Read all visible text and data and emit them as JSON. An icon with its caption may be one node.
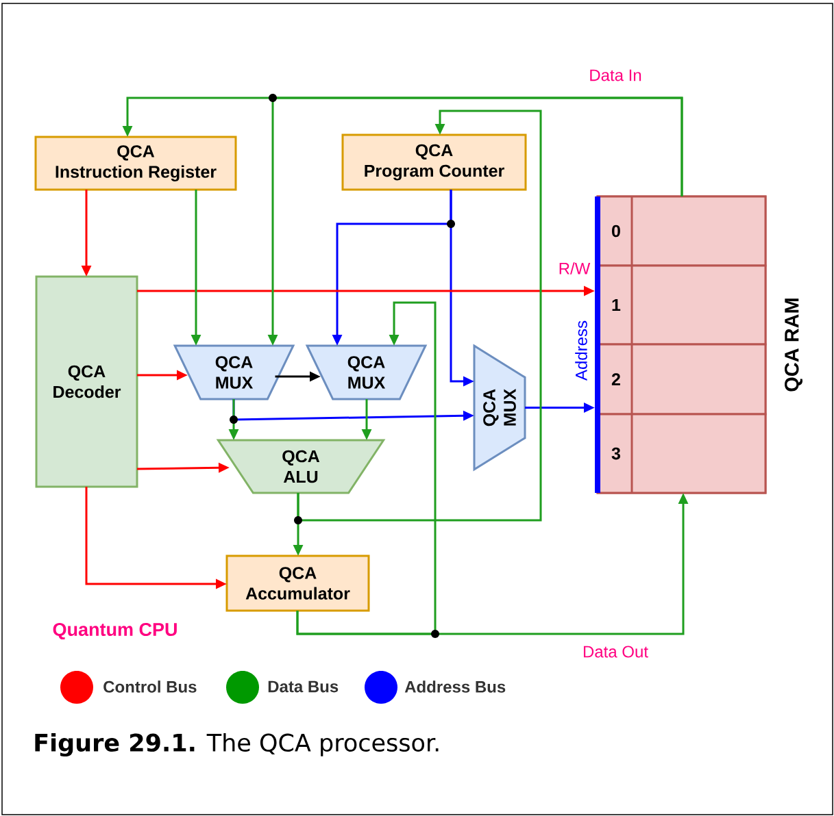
{
  "diagram": {
    "caption": "**Figure 29.1.** The QCA processor.",
    "nodes": [
      {
        "text": [
          "QCA",
          "Instruction Register"
        ]
      },
      {
        "text": [
          "QCA",
          "Program Counter"
        ]
      },
      {
        "text": [
          "QCA",
          "Decoder"
        ]
      },
      {
        "text": [
          "QCA",
          "MUX"
        ]
      },
      {
        "text": [
          "QCA",
          "MUX"
        ]
      },
      {
        "text": [
          "QCA",
          "ALU"
        ]
      },
      {
        "text": [
          "QCA",
          "MUX"
        ]
      },
      {
        "text": [
          "QCA",
          "Accumulator"
        ]
      },
      {
        "text": [
          "QCA RAM"
        ]
      },
      {
        "text": [
          "0"
        ],
        "in": 8
      },
      {
        "text": [
          "1"
        ],
        "in": 8
      },
      {
        "text": [
          "2"
        ],
        "in": 8
      },
      {
        "text": [
          "3"
        ],
        "in": 8
      },
      {
        "text": [],
        "shape": "bar",
        "in": 8
      }
    ],
    "edges": [
      {
        "from": 8,
        "to": 0,
        "arrow": "to",
        "label": "Data In"
      },
      {
        "from": 8,
        "to": 3,
        "arrow": "to"
      },
      {
        "from": 0,
        "to": 2,
        "arrow": "to",
        "color": "#ff0000"
      },
      {
        "from": 0,
        "to": 3,
        "arrow": "to"
      },
      {
        "from": 1,
        "to": 4,
        "arrow": "to",
        "color": "#0000ff"
      },
      {
        "from": 1,
        "to": 6,
        "arrow": "to",
        "color": "#0000ff"
      },
      {
        "from": 2,
        "to": 13,
        "arrow": "to",
        "label": "R/W",
        "color": "#ff0000"
      },
      {
        "from": 2,
        "to": 3,
        "arrow": "to",
        "color": "#ff0000"
      },
      {
        "from": 2,
        "to": 5,
        "arrow": "to",
        "color": "#ff0000"
      },
      {
        "from": 2,
        "to": 7,
        "arrow": "to",
        "color": "#ff0000"
      },
      {
        "from": 3,
        "to": 4,
        "arrow": "to",
        "color": "#000000"
      },
      {
        "from": 3,
        "to": 5,
        "arrow": "to"
      },
      {
        "from": 3,
        "to": 6,
        "arrow": "to",
        "color": "#0000ff"
      },
      {
        "from": 4,
        "to": 5,
        "arrow": "to"
      },
      {
        "from": 5,
        "to": 7,
        "arrow": "to"
      },
      {
        "from": 5,
        "to": 1,
        "arrow": "to"
      },
      {
        "from": 7,
        "to": 8,
        "arrow": "to",
        "label": "Data Out"
      },
      {
        "from": 7,
        "to": 4,
        "arrow": "to"
      },
      {
        "from": 6,
        "to": 13,
        "arrow": "to",
        "label": "Address",
        "color": "#0000ff"
      }
    ],
    "labels": [
      "Quantum CPU"
    ],
    "legend": [
      {
        "text": "Control Bus",
        "color": "#ff0000"
      },
      {
        "text": "Data Bus",
        "color": "#009900"
      },
      {
        "text": "Address Bus",
        "color": "#0000ff"
      }
    ]
  }
}
